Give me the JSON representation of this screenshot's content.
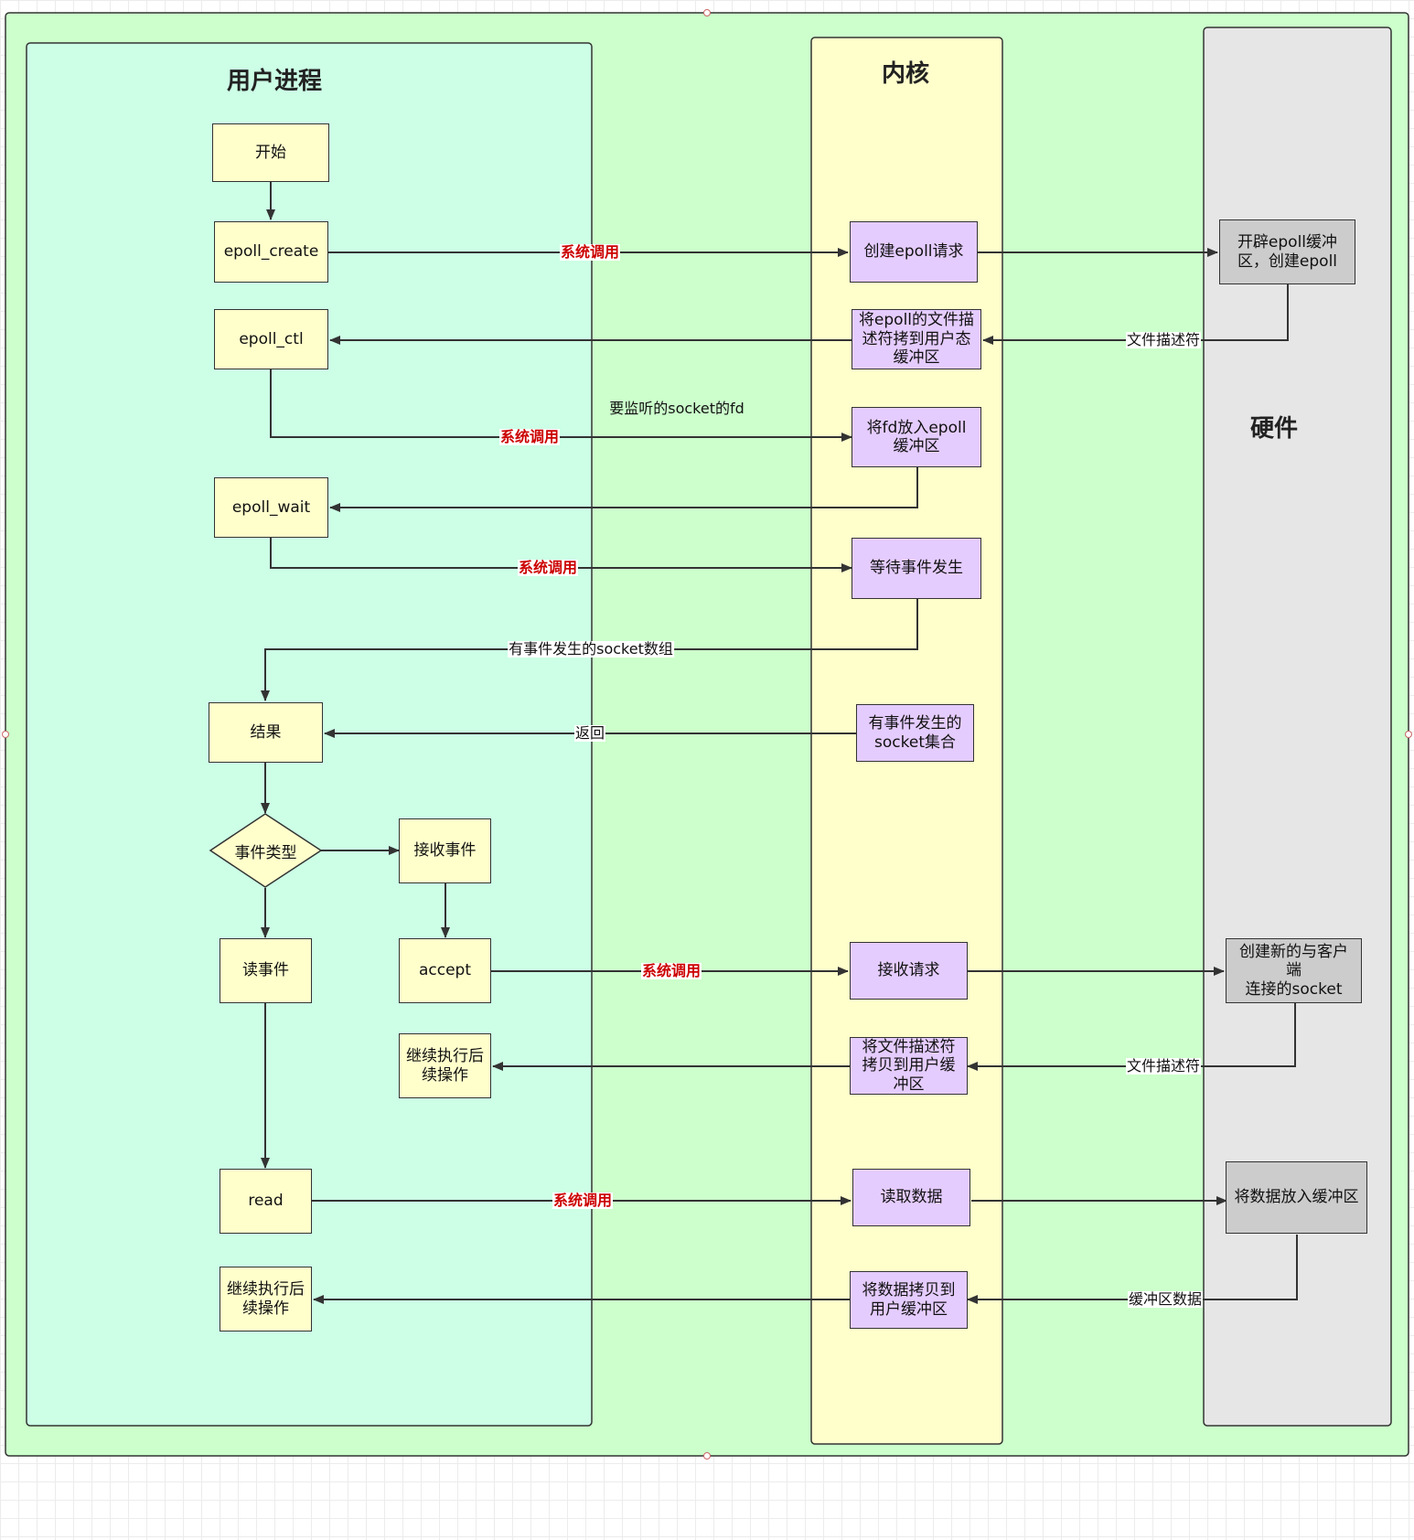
{
  "lanes": {
    "user": "用户进程",
    "kernel": "内核",
    "hardware": "硬件"
  },
  "nodes": {
    "start": "开始",
    "epoll_create": "epoll_create",
    "epoll_ctl": "epoll_ctl",
    "epoll_wait": "epoll_wait",
    "result": "结果",
    "event_type": "事件类型",
    "accept_event": "接收事件",
    "read_event": "读事件",
    "accept": "accept",
    "continue1": [
      "继续执行后",
      "续操作"
    ],
    "read": "read",
    "continue2": [
      "继续执行后",
      "续操作"
    ],
    "k_create": "创建epoll请求",
    "k_copy_fd": [
      "将epoll的文件描",
      "述符拷到用户态",
      "缓冲区"
    ],
    "k_put_fd": [
      "将fd放入epoll",
      "缓冲区"
    ],
    "k_wait": "等待事件发生",
    "k_set": [
      "有事件发生的",
      "socket集合"
    ],
    "k_accept_req": "接收请求",
    "k_copy_fd2": [
      "将文件描述符",
      "拷贝到用户缓",
      "冲区"
    ],
    "k_read": "读取数据",
    "k_copy_data": [
      "将数据拷贝到",
      "用户缓冲区"
    ],
    "h_alloc": [
      "开辟epoll缓冲",
      "区，创建epoll"
    ],
    "h_new_socket": [
      "创建新的与客户端",
      "连接的socket"
    ],
    "h_buffer": "将数据放入缓冲区"
  },
  "labels": {
    "syscall": "系统调用",
    "fd": "文件描述符",
    "socket_fd": "要监听的socket的fd",
    "event_array": "有事件发生的socket数组",
    "return": "返回",
    "buffer_data": "缓冲区数据"
  },
  "colors": {
    "outer": "#ccffcc",
    "user_lane": "#ccffe6",
    "kernel_lane": "#ffffcc",
    "hardware_lane": "#e6e6e6",
    "user_node": "#ffffcc",
    "kernel_node": "#e5ccff",
    "hardware_node": "#cccccc",
    "syscall_text": "#cc0000"
  }
}
